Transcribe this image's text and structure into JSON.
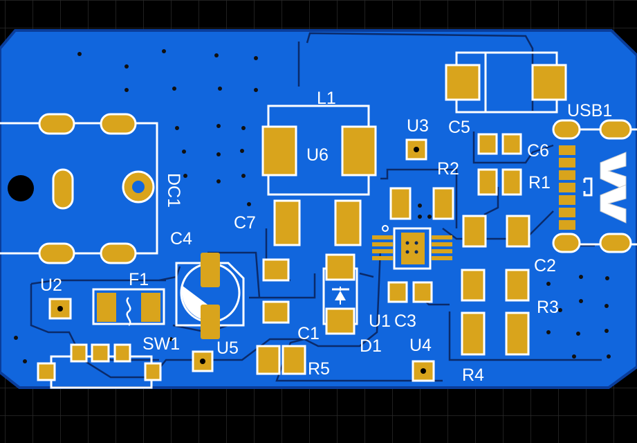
{
  "board": {
    "background_color": "#000000",
    "grid_color": "#2a2a2a",
    "copper_color": "#1166dd",
    "copper_edge_color": "#0a3d9a",
    "pad_color": "#d9a41c",
    "silkscreen_color": "#ffffff"
  },
  "labels": {
    "L1": "L1",
    "U3": "U3",
    "C5": "C5",
    "USB1": "USB1",
    "U6": "U6",
    "C6": "C6",
    "R2": "R2",
    "R1": "R1",
    "DC1": "DC1",
    "C7": "C7",
    "C4": "C4",
    "C2": "C2",
    "U2": "U2",
    "F1": "F1",
    "R3": "R3",
    "U1": "U1",
    "C3": "C3",
    "C1": "C1",
    "D1": "D1",
    "SW1": "SW1",
    "U5": "U5",
    "U4": "U4",
    "R5": "R5",
    "R4": "R4"
  }
}
